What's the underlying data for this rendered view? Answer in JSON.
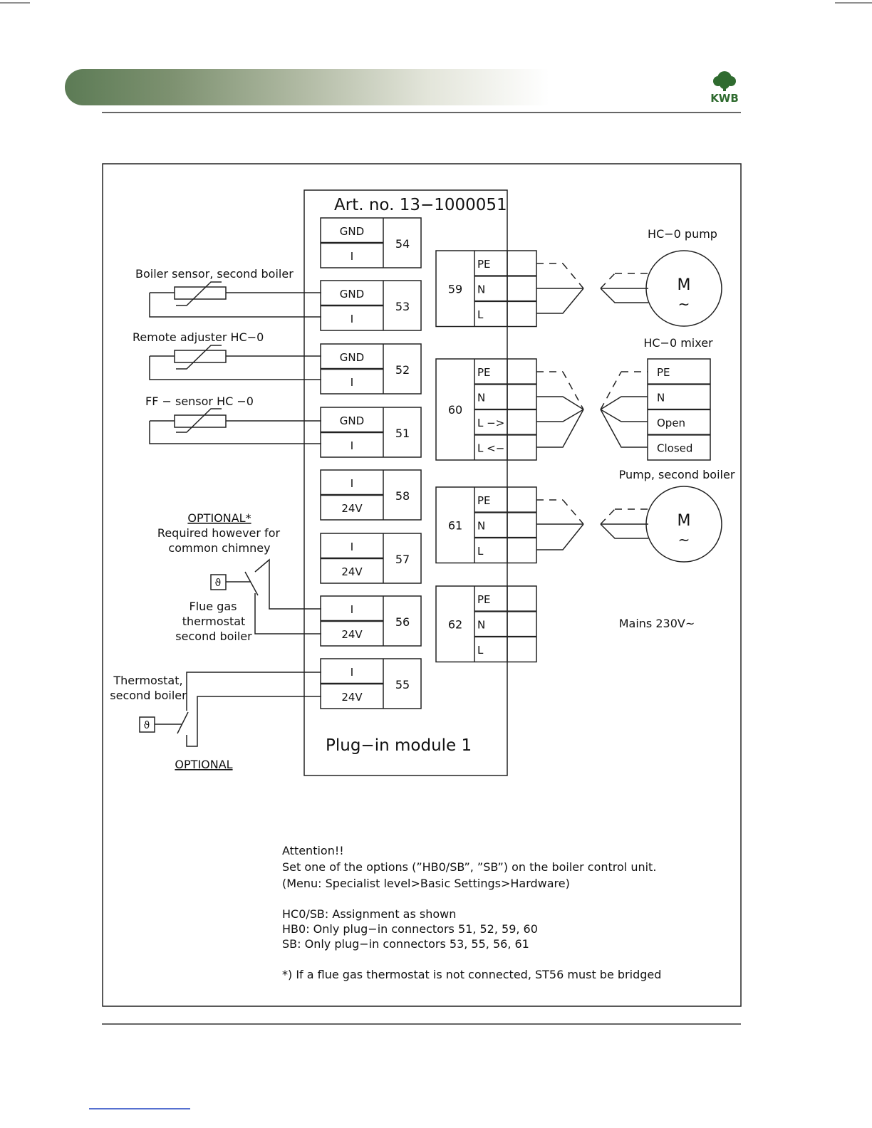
{
  "header": {
    "brand": "KWB"
  },
  "diagram": {
    "article_no": "Art. no. 13−1000051",
    "module_title": "Plug−in module 1",
    "left_connectors": [
      {
        "number": "54",
        "top": "GND",
        "bottom": "I"
      },
      {
        "number": "53",
        "top": "GND",
        "bottom": "I"
      },
      {
        "number": "52",
        "top": "GND",
        "bottom": "I"
      },
      {
        "number": "51",
        "top": "GND",
        "bottom": "I"
      },
      {
        "number": "58",
        "top": "I",
        "bottom": "24V"
      },
      {
        "number": "57",
        "top": "I",
        "bottom": "24V"
      },
      {
        "number": "56",
        "top": "I",
        "bottom": "24V"
      },
      {
        "number": "55",
        "top": "I",
        "bottom": "24V"
      }
    ],
    "right_connectors": [
      {
        "number": "59",
        "pins": [
          "PE",
          "N",
          "L"
        ]
      },
      {
        "number": "60",
        "pins": [
          "PE",
          "N",
          "L −>",
          "L <−"
        ]
      },
      {
        "number": "61",
        "pins": [
          "PE",
          "N",
          "L"
        ]
      },
      {
        "number": "62",
        "pins": [
          "PE",
          "N",
          "L"
        ]
      }
    ],
    "labels": {
      "boiler_sensor": "Boiler sensor, second boiler",
      "remote_adjuster": "Remote adjuster HC−0",
      "ff_sensor": "FF − sensor HC −0",
      "optional_star": "OPTIONAL*",
      "required_1": "Required however for",
      "required_2": "common chimney",
      "flue_1": "Flue gas",
      "flue_2": "thermostat",
      "flue_3": "second boiler",
      "thermostat_1": "Thermostat,",
      "thermostat_2": "second boiler",
      "optional": "OPTIONAL",
      "hc0_pump": "HC−0 pump",
      "hc0_mixer": "HC−0 mixer",
      "pump_second": "Pump, second boiler",
      "mains": "Mains 230V~",
      "motor_m": "M",
      "motor_tilde": "~",
      "thermo_symbol": "ϑ"
    },
    "mixer_terminals": [
      "PE",
      "N",
      "Open",
      "Closed"
    ]
  },
  "notes": {
    "line1": "Attention!!",
    "line2": "Set one of the options (”HB0/SB”, ”SB”) on the boiler control unit.",
    "line3": "(Menu: Specialist level>Basic Settings>Hardware)",
    "line4": "HC0/SB: Assignment as shown",
    "line5": "HB0: Only plug−in connectors 51, 52, 59, 60",
    "line6": "SB: Only plug−in connectors 53, 55, 56, 61",
    "line7": "*) If a flue gas thermostat is not connected, ST56 must be bridged"
  }
}
